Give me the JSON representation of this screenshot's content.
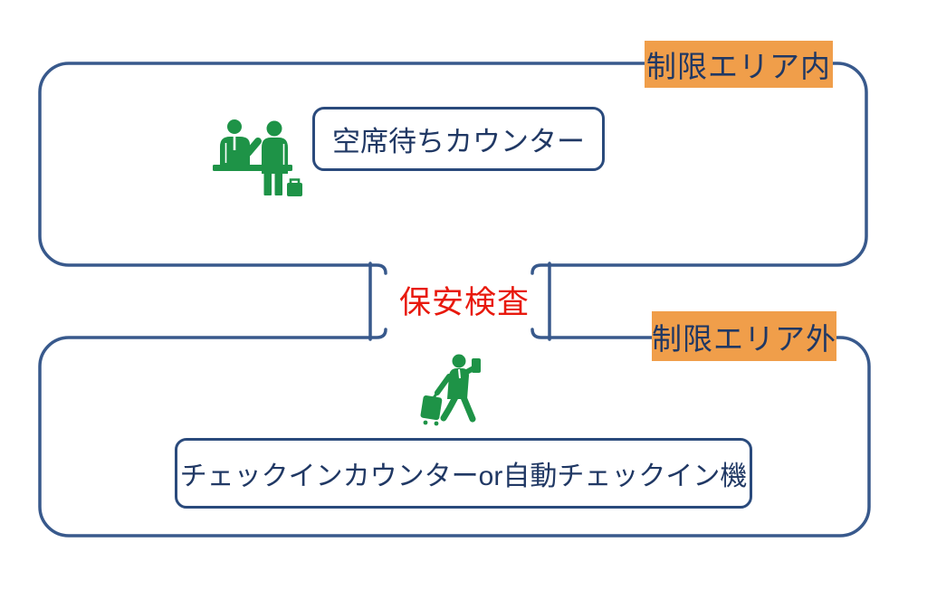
{
  "zones": {
    "inside": {
      "tag": "制限エリア内",
      "box": "空席待ちカウンター"
    },
    "outside": {
      "tag": "制限エリア外",
      "box": "チェックインカウンターor自動チェックイン機"
    }
  },
  "security": {
    "label": "保安検査"
  },
  "icons": {
    "counter": "check-in-counter-staff-icon",
    "traveler": "traveler-with-suitcase-icon"
  },
  "colors": {
    "border_blue": "#38598C",
    "box_navy": "#2A4A7C",
    "text_navy": "#203864",
    "label_orange": "#F09E4A",
    "icon_green": "#1E9347",
    "security_red": "#E8190D"
  }
}
